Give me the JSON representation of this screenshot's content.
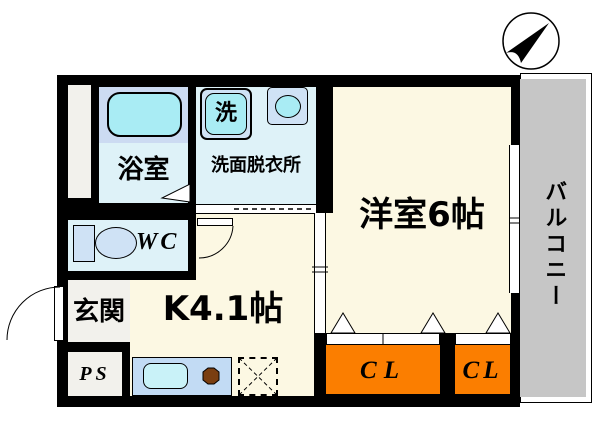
{
  "title": "apartment-floor-plan",
  "compass": {
    "icon": "north-arrow-icon"
  },
  "rooms": {
    "bathroom": {
      "label": "浴室"
    },
    "washer": {
      "label": "洗"
    },
    "washroom": {
      "label": "洗面脱衣所"
    },
    "wc": {
      "label": "WC"
    },
    "entrance": {
      "label": "玄関"
    },
    "kitchen": {
      "label": "K4.1帖"
    },
    "pipe_space": {
      "label": "PS"
    },
    "western_room": {
      "label": "洋室6帖"
    },
    "closet_large": {
      "label": "CL"
    },
    "closet_small": {
      "label": "CL"
    },
    "balcony": {
      "label": "バルコニー"
    }
  },
  "icons": [
    "north-arrow-icon",
    "bathtub-icon",
    "washing-machine-icon",
    "washbasin-icon",
    "toilet-icon",
    "kitchen-counter-icon",
    "kitchen-sink-icon",
    "burner-icon",
    "refrigerator-space-icon",
    "door-swing-icon",
    "sliding-door-icon",
    "window-icon",
    "closet-door-icon",
    "bathroom-door-icon"
  ],
  "colors": {
    "wall": "#000000",
    "room_cream": "#fcf8e3",
    "wet_area_cyan": "#def2f8",
    "fixture_blue": "#cfe2f5",
    "water_cyan": "#a9ecf4",
    "tub_panel_blue": "#ccdbf2",
    "counter_blue": "#c2dbf4",
    "closet_orange": "#fb7e00",
    "balcony_gray": "#c6c6c6",
    "burner_brown": "#7a3e10",
    "shaft_white": "#f2f1ec"
  }
}
